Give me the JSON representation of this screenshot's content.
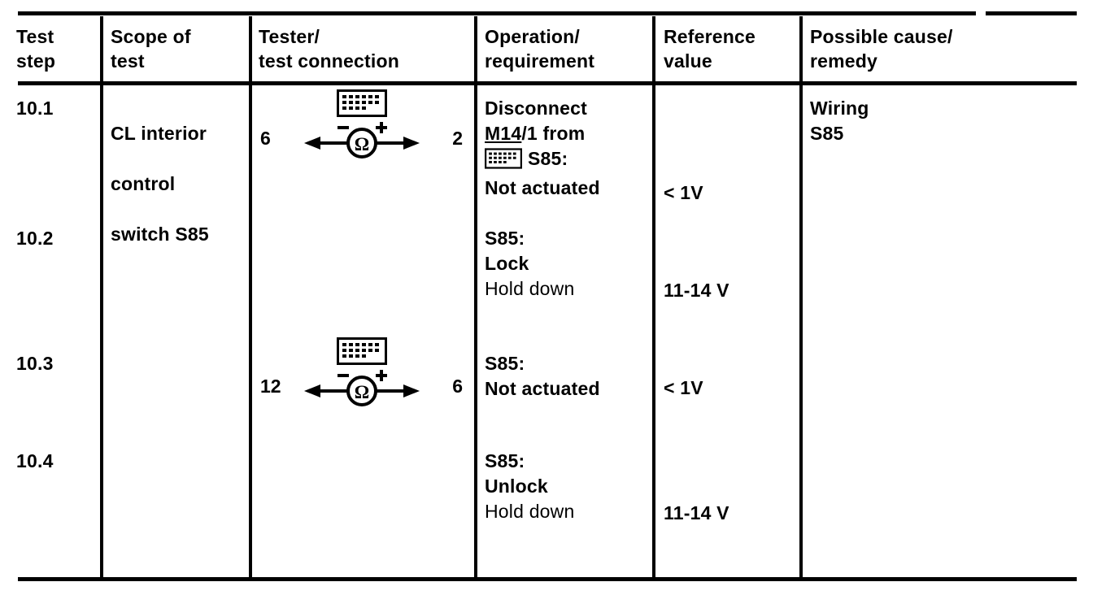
{
  "table": {
    "headers": [
      {
        "name": "test-step",
        "label": "Test\nstep"
      },
      {
        "name": "scope-of-test",
        "label": "Scope of\ntest"
      },
      {
        "name": "tester",
        "label": "Tester/\ntest connection"
      },
      {
        "name": "operation",
        "label": "Operation/\nrequirement"
      },
      {
        "name": "reference",
        "label": "Reference\nvalue"
      },
      {
        "name": "possible-cause",
        "label": "Possible cause/\nremedy"
      }
    ],
    "steps": {
      "step_1": "10.1",
      "step_2": "10.2",
      "step_3": "10.3",
      "step_4": "10.4"
    },
    "scope": "CL interior\ncontrol\nswitch S85",
    "scope_parts": {
      "line1": "CL interior",
      "line2": "control",
      "line3_prefix": "switch ",
      "line3_code": "S85"
    },
    "diagrams": [
      {
        "name": "ohmmeter-diagram-1",
        "pin_left": "6",
        "pin_right": "2",
        "meter_symbol": "Ω",
        "polarity_minus": "−",
        "polarity_plus": "+",
        "connector_icon": "connector-plug-icon"
      },
      {
        "name": "ohmmeter-diagram-2",
        "pin_left": "12",
        "pin_right": "6",
        "meter_symbol": "Ω",
        "polarity_minus": "−",
        "polarity_plus": "+",
        "connector_icon": "connector-plug-icon"
      }
    ],
    "operations": {
      "op_1": {
        "line1": "Disconnect",
        "line2_underlined": "M14",
        "line2_rest": "/1 from",
        "line3": "S85:",
        "line4": "Not actuated"
      },
      "op_2": {
        "line1": "S85:",
        "line2": "Lock",
        "line3": "Hold down"
      },
      "op_3": {
        "line1": "S85:",
        "line2": "Not actuated"
      },
      "op_4": {
        "line1": "S85:",
        "line2": "Unlock",
        "line3": "Hold down"
      }
    },
    "reference_values": {
      "ref_1": "< 1V",
      "ref_2": "11-14 V",
      "ref_3": "< 1V",
      "ref_4": "11-14 V"
    },
    "possible_cause": "Wiring\nS85"
  },
  "colors": {
    "ink": "#000000",
    "paper": "#ffffff"
  }
}
